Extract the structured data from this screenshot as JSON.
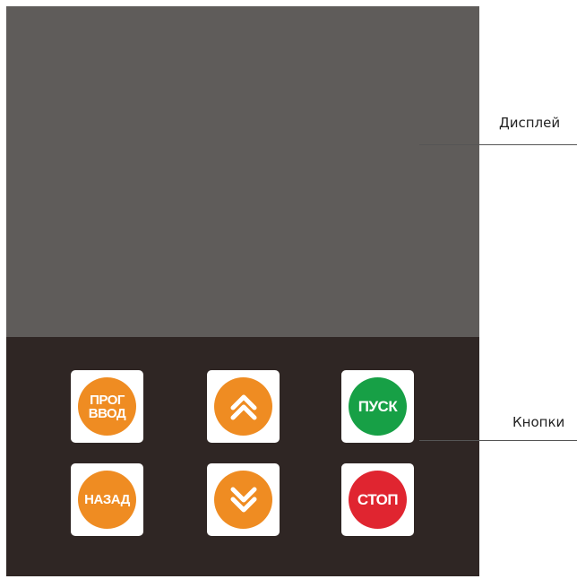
{
  "callouts": {
    "display_label": "Дисплей",
    "buttons_label": "Кнопки"
  },
  "buttons": {
    "prog_line1": "ПРОГ",
    "prog_line2": "ВВОД",
    "up_icon": "chevron-double-up-icon",
    "start": "ПУСК",
    "back": "НАЗАД",
    "down_icon": "chevron-double-down-icon",
    "stop": "СТОП"
  },
  "colors": {
    "display": "#5f5c5a",
    "keypad": "#2f2624",
    "orange": "#ef8c22",
    "green": "#17a046",
    "red": "#e02530"
  }
}
